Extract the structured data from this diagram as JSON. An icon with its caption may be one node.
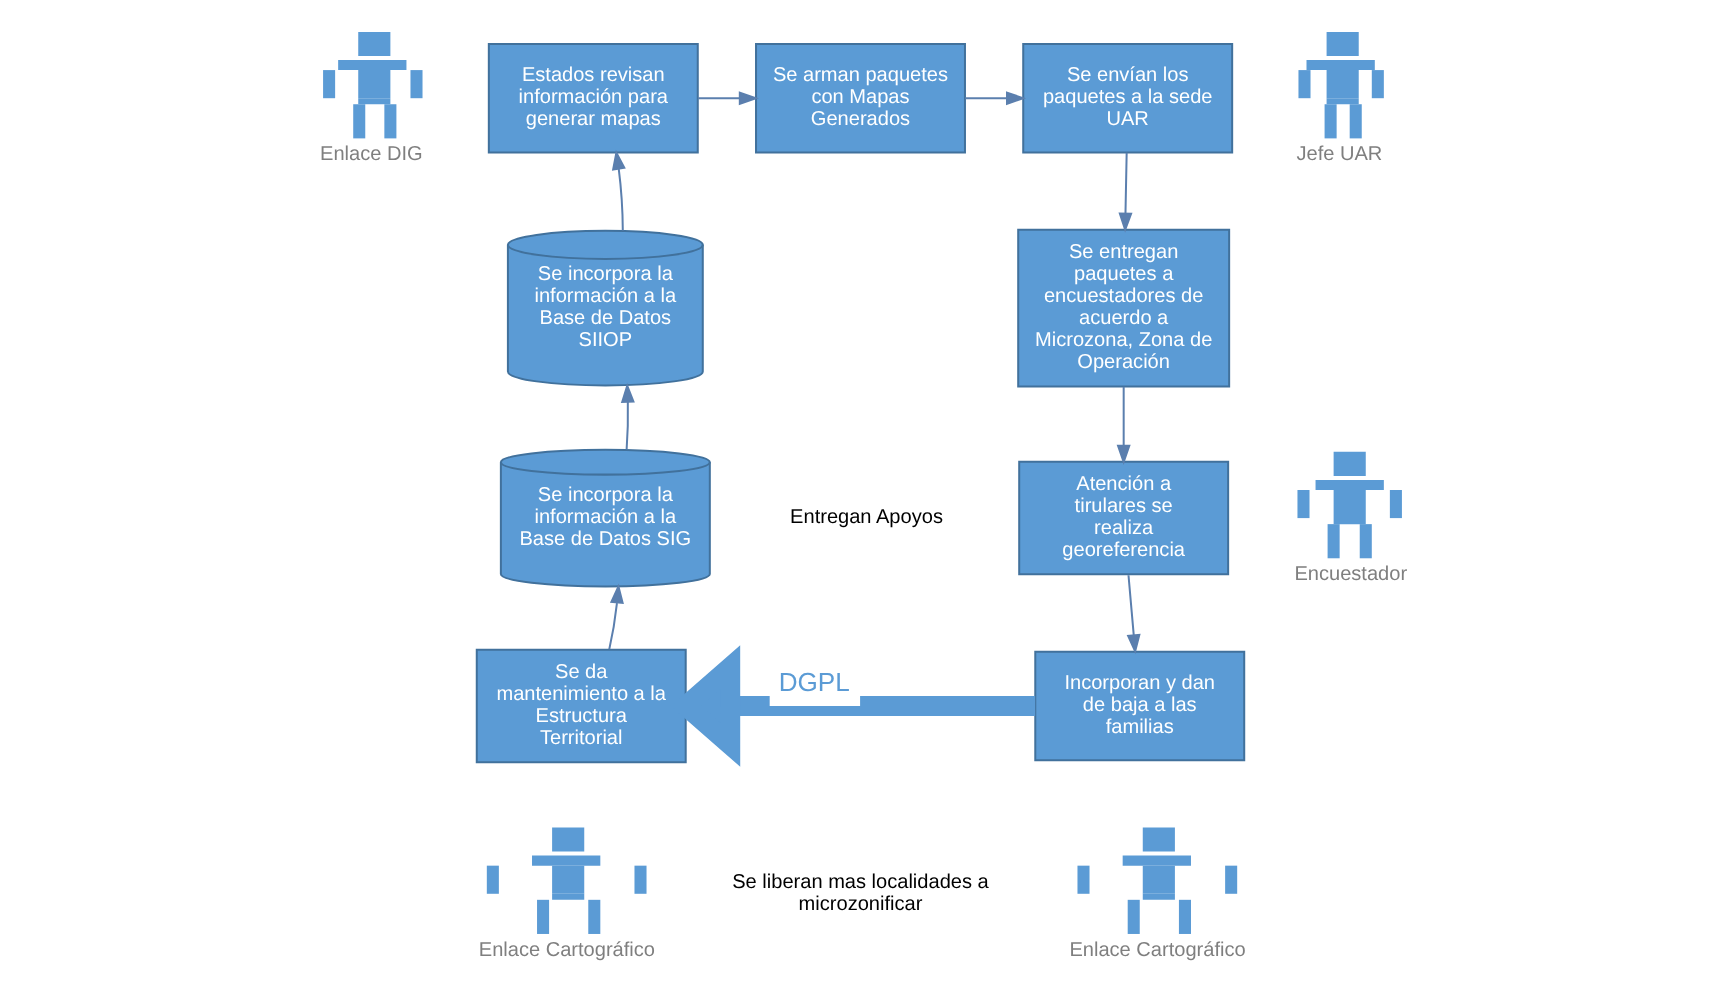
{
  "diagram": {
    "nodes": [
      {
        "text": [],
        "shape": "person",
        "beside": [
          "Enlace DIG"
        ]
      },
      {
        "text": [
          "Estados revisan información para generar mapas"
        ]
      },
      {
        "text": [
          "Se arman paquetes con Mapas Generados"
        ]
      },
      {
        "text": [
          "Se envían los paquetes a la sede UAR"
        ]
      },
      {
        "text": [],
        "shape": "person",
        "beside": [
          "Jefe UAR"
        ]
      },
      {
        "text": [
          "Se incorpora la información a la Base de Datos SIIOP"
        ]
      },
      {
        "text": [
          "Se entregan paquetes a encuestadores de acuerdo a Microzona, Zona de Operación"
        ]
      },
      {
        "text": [],
        "shape": "person",
        "beside": [
          "Encuestador"
        ]
      },
      {
        "text": [
          "Se incorpora la información a la Base de Datos SIG"
        ]
      },
      {
        "text": [
          "Atención a tirulares se realiza georeferencia"
        ]
      },
      {
        "text": [],
        "shape": "person",
        "beside": [
          "Enlace Cartográfico"
        ]
      },
      {
        "text": [
          "Se da mantenimiento a la Estructura Territorial"
        ]
      },
      {
        "text": [
          "Incorporan y dan de baja a las familias"
        ]
      },
      {
        "text": [],
        "shape": "person",
        "beside": [
          "Enlace Cartográfico"
        ]
      }
    ],
    "edges": [
      {
        "from": 1,
        "to": 2,
        "arrow": "to"
      },
      {
        "from": 2,
        "to": 3,
        "arrow": "to"
      },
      {
        "from": 3,
        "to": 6,
        "arrow": "to"
      },
      {
        "from": 6,
        "to": 9,
        "arrow": "to"
      },
      {
        "from": 9,
        "to": 12,
        "arrow": "to"
      },
      {
        "from": 12,
        "to": 11,
        "arrow": "to",
        "label": "DGPL",
        "style": "thick",
        "color": "#5b9bd5"
      },
      {
        "from": 11,
        "to": 8,
        "arrow": "to"
      },
      {
        "from": 8,
        "to": 5,
        "arrow": "to"
      },
      {
        "from": 5,
        "to": 1,
        "arrow": "to"
      }
    ],
    "labels": [
      "Entregan Apoyos",
      "Se liberan mas localidades a microzonificar"
    ]
  }
}
